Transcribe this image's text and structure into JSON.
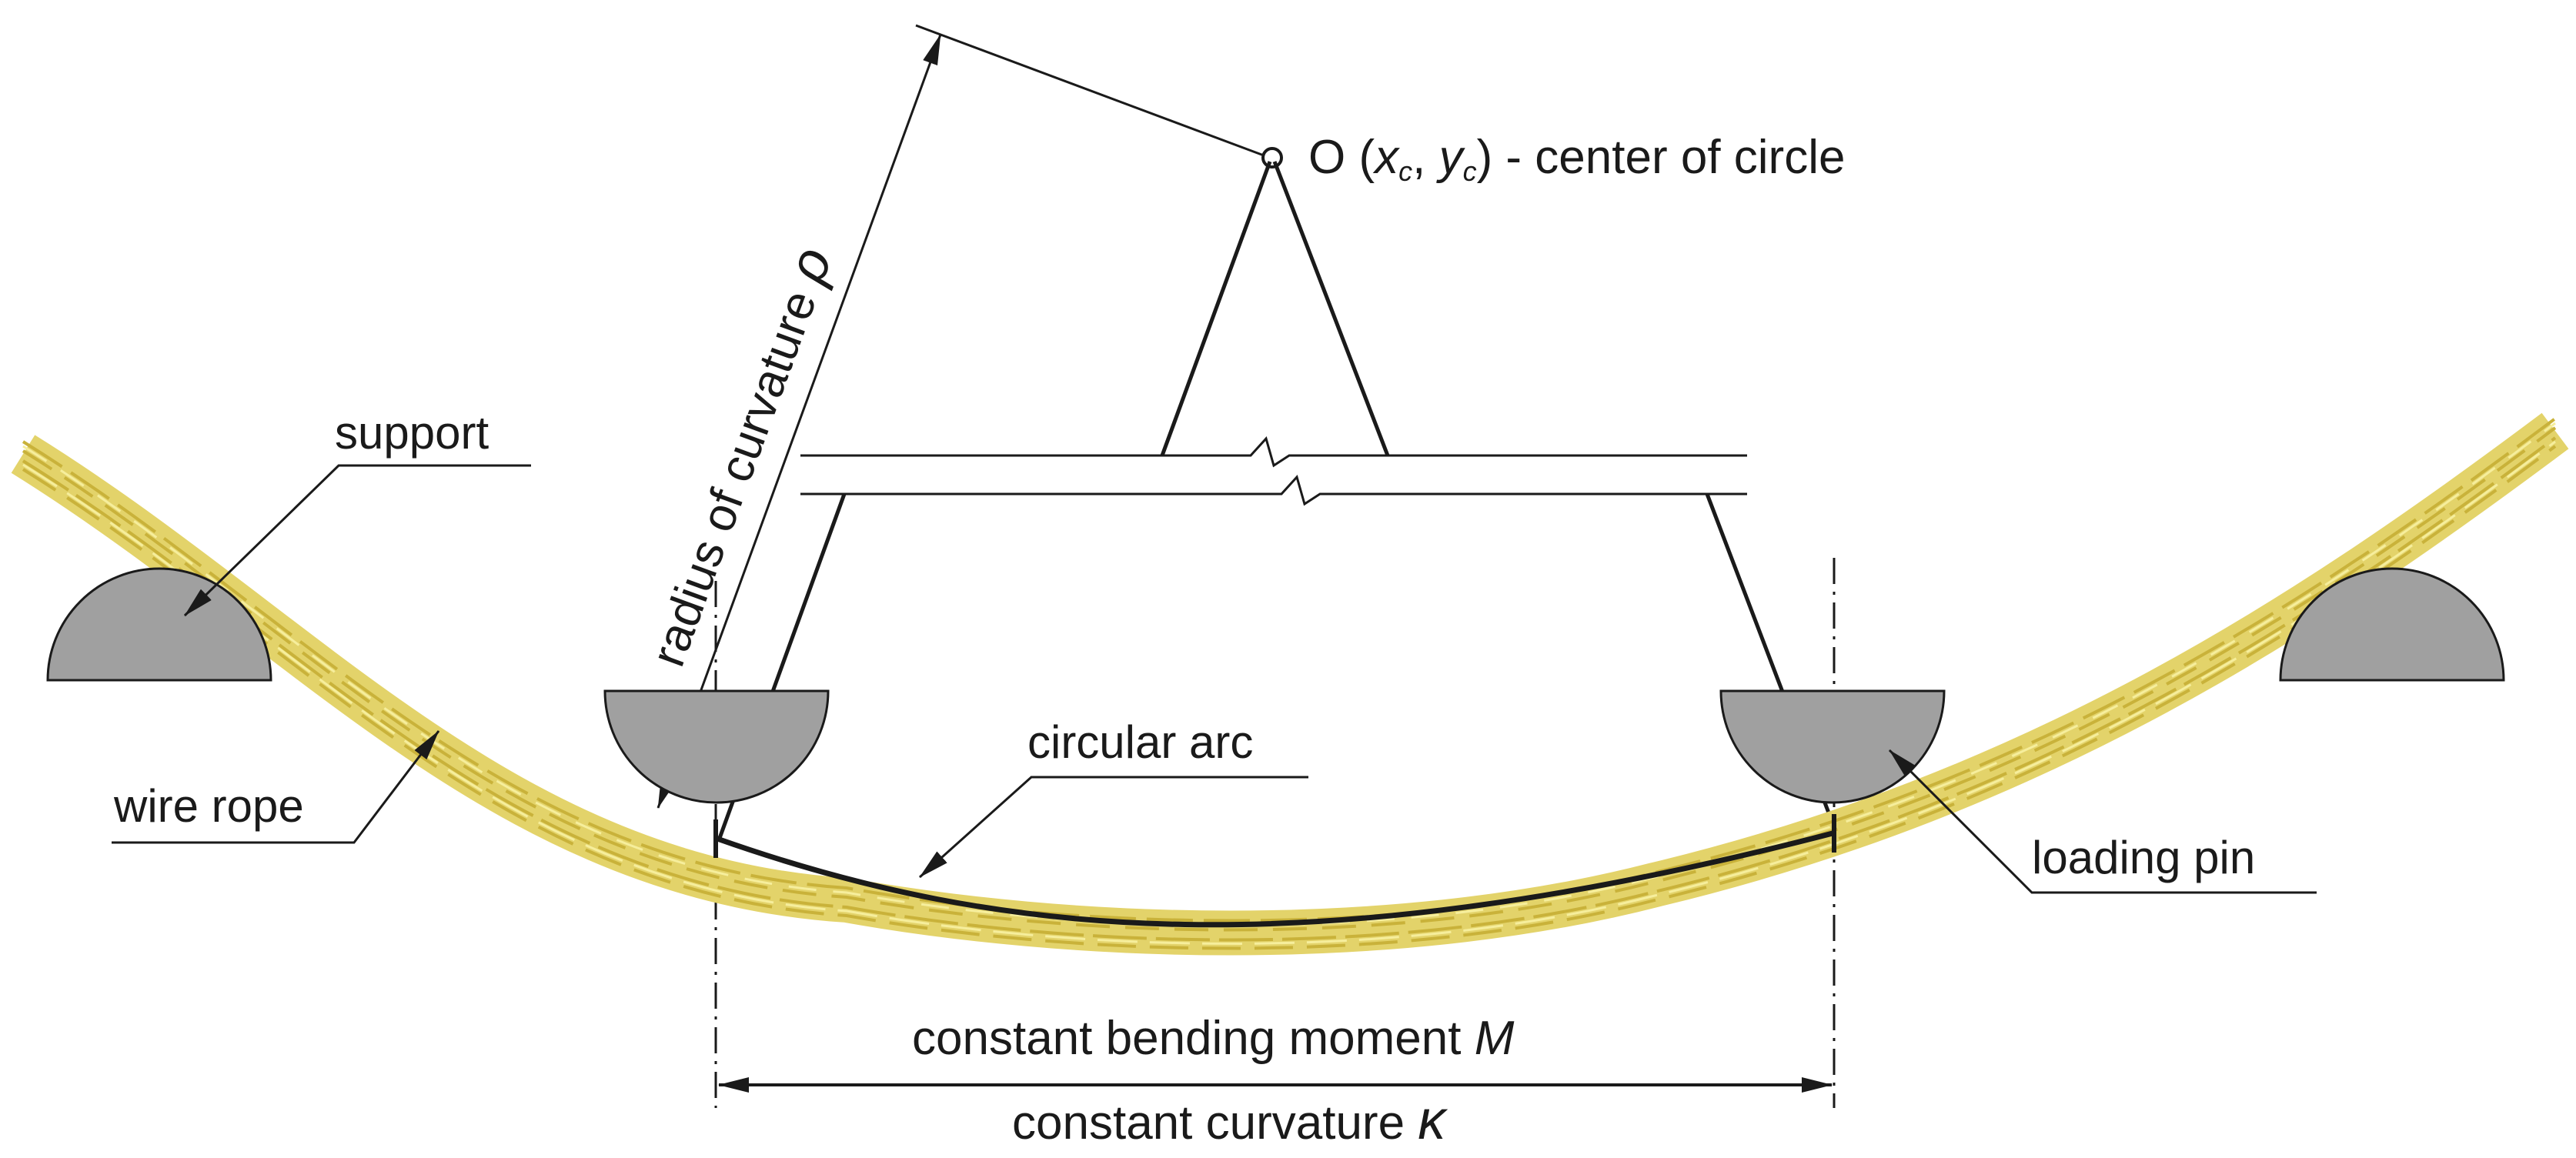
{
  "labels": {
    "center": {
      "prefix": "O (",
      "x_var": "x",
      "x_sub": "c",
      "sep": ", ",
      "y_var": "y",
      "y_sub": "c",
      "suffix": ") - center of circle"
    },
    "radius": {
      "text": "radius of curvature ",
      "symbol": "ρ"
    },
    "support": "support",
    "wire_rope": "wire rope",
    "circular_arc": "circular arc",
    "loading_pin": "loading pin",
    "moment": {
      "text": "constant bending moment ",
      "symbol": "M"
    },
    "curvature": {
      "text": "constant curvature ",
      "symbol": "κ"
    }
  },
  "colors": {
    "rope_fill": "#e3d36a",
    "rope_strand": "#c9b23a",
    "rope_highlight": "#f6ee9c",
    "support_fill": "#a0a0a0",
    "line": "#1a1a1a"
  }
}
